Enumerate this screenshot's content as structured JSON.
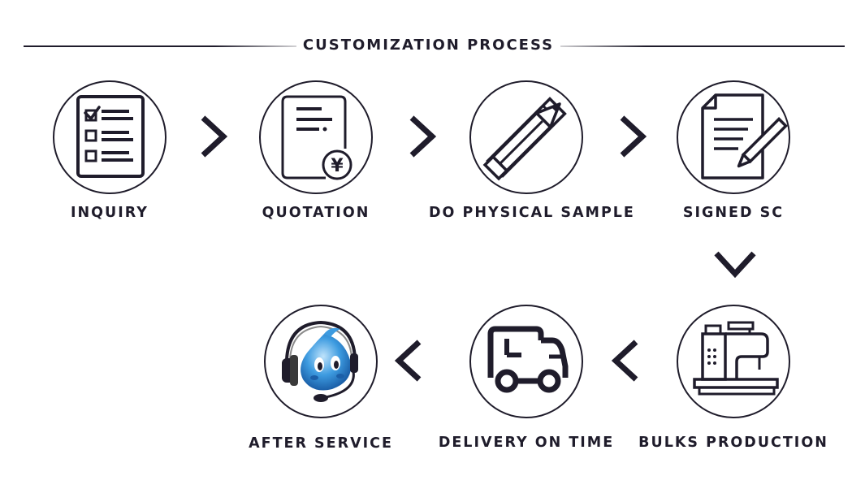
{
  "title": "CUSTOMIZATION PROCESS",
  "steps": {
    "inquiry": {
      "label": "INQUIRY",
      "icon": "checklist-icon"
    },
    "quotation": {
      "label": "QUOTATION",
      "icon": "quotation-document-icon",
      "currency_symbol": "¥"
    },
    "sample": {
      "label": "DO PHYSICAL SAMPLE",
      "icon": "pencil-ruler-icon"
    },
    "signed": {
      "label": "SIGNED SC",
      "icon": "signed-contract-icon"
    },
    "bulks": {
      "label": "BULKS PRODUCTION",
      "icon": "sewing-machine-icon"
    },
    "delivery": {
      "label": "DELIVERY ON TIME",
      "icon": "delivery-truck-icon"
    },
    "after": {
      "label": "AFTER SERVICE",
      "icon": "headset-mascot-icon"
    }
  },
  "colors": {
    "ink": "#1f1c2b",
    "mascot_blue": "#3d9be0"
  }
}
